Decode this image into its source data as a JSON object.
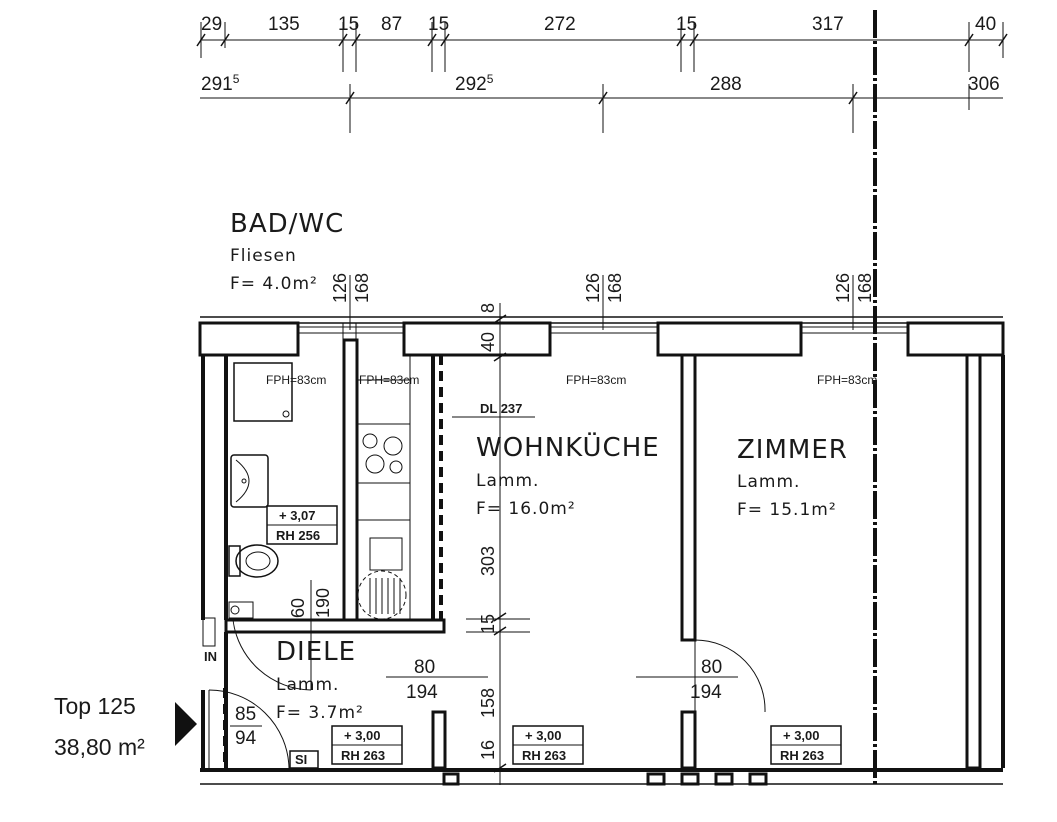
{
  "top_dims": [
    "29",
    "135",
    "15",
    "87",
    "15",
    "272",
    "15",
    "317",
    "40"
  ],
  "second_dims": {
    "d1": "291",
    "d1_sup": "5",
    "d2": "292",
    "d2_sup": "5",
    "d3": "288",
    "d4": "306"
  },
  "rooms": {
    "bad": {
      "name": "BAD/WC",
      "floor": "Fliesen",
      "area": "F= 4.0m²"
    },
    "kitchen": {
      "name": "WOHNKÜCHE",
      "floor": "Lamm.",
      "area": "F= 16.0m²"
    },
    "zimmer": {
      "name": "ZIMMER",
      "floor": "Lamm.",
      "area": "F= 15.1m²"
    },
    "diele": {
      "name": "DIELE",
      "floor": "Lamm.",
      "area": "F= 3.7m²"
    }
  },
  "window_dims": {
    "a": "126",
    "b": "168"
  },
  "fph": "FPH=83cm",
  "dl": "DL 237",
  "wall_dims": {
    "w8": "8",
    "w40": "40",
    "w303": "303",
    "w15": "15",
    "w158": "158",
    "w16": "16"
  },
  "door_dims": {
    "bath_w": "60",
    "bath_h": "190",
    "kitchen_w": "80",
    "kitchen_h": "194",
    "zimmer_w": "80",
    "zimmer_h": "194",
    "entry_w": "85",
    "entry_h": "94"
  },
  "level_tags": {
    "bad": {
      "level": "+ 3,07",
      "rh": "RH 256"
    },
    "diele": {
      "level": "+ 3,00",
      "rh": "RH 263"
    },
    "kitchen": {
      "level": "+ 3,00",
      "rh": "RH 263"
    },
    "zimmer": {
      "level": "+ 3,00",
      "rh": "RH 263"
    }
  },
  "misc": {
    "in": "IN",
    "si": "SI"
  },
  "unit": {
    "top": "Top 125",
    "area": "38,80 m²"
  }
}
